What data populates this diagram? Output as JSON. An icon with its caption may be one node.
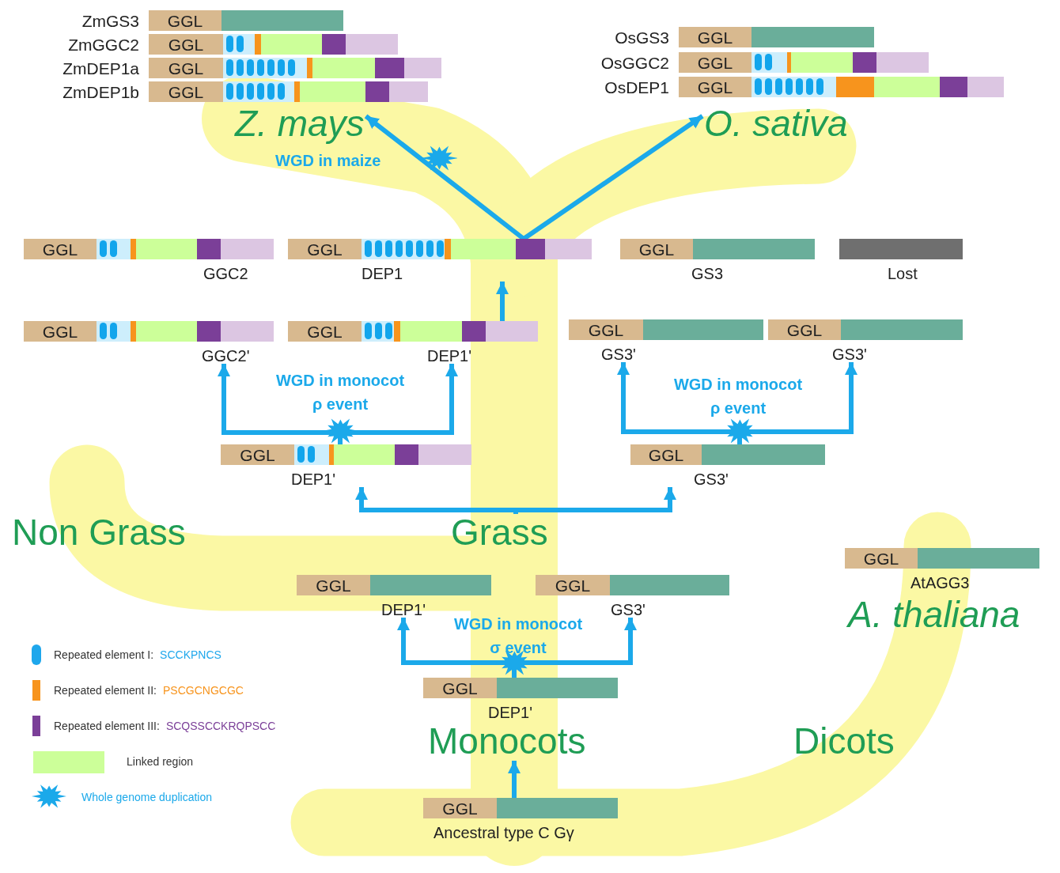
{
  "diagram": {
    "nodes": [
      {
        "text": [
          "GGL"
        ],
        "beside": [
          "ZmGS3"
        ]
      },
      {
        "text": [
          "GGL"
        ],
        "beside": [
          "ZmGGC2"
        ]
      },
      {
        "text": [
          "GGL"
        ],
        "beside": [
          "ZmDEP1a"
        ]
      },
      {
        "text": [
          "GGL"
        ],
        "beside": [
          "ZmDEP1b"
        ]
      },
      {
        "text": [
          "GGL"
        ],
        "beside": [
          "OsGS3"
        ]
      },
      {
        "text": [
          "GGL"
        ],
        "beside": [
          "OsGGC2"
        ]
      },
      {
        "text": [
          "GGL"
        ],
        "beside": [
          "OsDEP1"
        ]
      },
      {
        "text": [
          "Z. mays"
        ]
      },
      {
        "text": [
          "O. sativa"
        ]
      },
      {
        "text": [
          "GGL"
        ],
        "beside": [
          "GGC2"
        ]
      },
      {
        "text": [
          "GGL"
        ],
        "beside": [
          "DEP1"
        ]
      },
      {
        "text": [
          "GGL"
        ],
        "beside": [
          "GS3"
        ]
      },
      {
        "text": [],
        "shape": "bar",
        "beside": [
          "Lost"
        ]
      },
      {
        "text": [
          "GGL"
        ],
        "beside": [
          "GGC2'"
        ]
      },
      {
        "text": [
          "GGL"
        ],
        "beside": [
          "DEP1'"
        ]
      },
      {
        "text": [
          "GGL"
        ],
        "beside": [
          "GS3'"
        ]
      },
      {
        "text": [
          "GGL"
        ],
        "beside": [
          "GS3'"
        ]
      },
      {
        "text": [
          "GGL"
        ],
        "beside": [
          "DEP1'"
        ]
      },
      {
        "text": [
          "GGL"
        ],
        "beside": [
          "GS3'"
        ]
      },
      {
        "text": [
          "Grass"
        ]
      },
      {
        "text": [
          "GGL"
        ],
        "beside": [
          "AtAGG3"
        ]
      },
      {
        "text": [
          "GGL"
        ],
        "beside": [
          "DEP1'"
        ]
      },
      {
        "text": [
          "GGL"
        ],
        "beside": [
          "GS3'"
        ]
      },
      {
        "text": [
          "GGL"
        ],
        "beside": [
          "DEP1'"
        ]
      },
      {
        "text": [
          "Monocots"
        ]
      },
      {
        "text": [
          "GGL"
        ],
        "beside": [
          "Ancestral type C Gγ"
        ]
      }
    ],
    "edges": [
      {
        "from": 10,
        "to": 7,
        "arrow": "to",
        "label": "WGD in maize"
      },
      {
        "from": 10,
        "to": 8,
        "arrow": "to"
      },
      {
        "from": 14,
        "to": 10,
        "arrow": "to"
      },
      {
        "from": 17,
        "to": 13,
        "arrow": "to",
        "label": "WGD in monocot ρ event"
      },
      {
        "from": 17,
        "to": 14,
        "arrow": "to"
      },
      {
        "from": 18,
        "to": 15,
        "arrow": "to",
        "label": "WGD in monocot ρ event"
      },
      {
        "from": 18,
        "to": 16,
        "arrow": "to"
      },
      {
        "from": 19,
        "to": 17,
        "arrow": "to"
      },
      {
        "from": 19,
        "to": 18,
        "arrow": "to"
      },
      {
        "from": 23,
        "to": 21,
        "arrow": "to",
        "label": "WGD in monocot σ event"
      },
      {
        "from": 23,
        "to": 22,
        "arrow": "to"
      },
      {
        "from": 25,
        "to": 24,
        "arrow": "to"
      }
    ],
    "labels": [
      "Non Grass",
      "A. thaliana",
      "Dicots"
    ],
    "legend": [
      {
        "text": "Repeated element I: SCCKPNCS",
        "color": "#1ea7ec"
      },
      {
        "text": "Repeated element II: PSCGCNGCGC",
        "color": "#f7941d"
      },
      {
        "text": "Repeated element III: SCQSSCCKRQPSCC",
        "color": "#7b3f98"
      },
      {
        "text": "Linked region",
        "color": "#ccff99"
      },
      {
        "text": "Whole genome duplication"
      }
    ]
  }
}
